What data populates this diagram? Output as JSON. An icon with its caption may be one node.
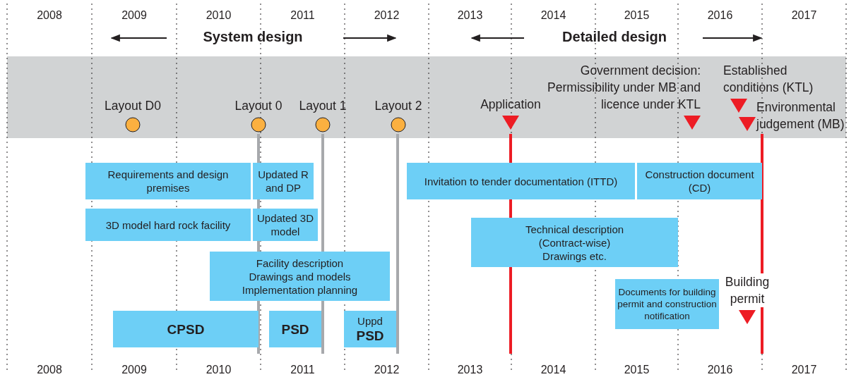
{
  "diagram": {
    "nodes": [
      {
        "text": [
          "Requirements and design premises"
        ]
      },
      {
        "text": [
          "Updated R and DP"
        ]
      },
      {
        "text": [
          "3D model hard rock facility"
        ]
      },
      {
        "text": [
          "Updated 3D model"
        ]
      },
      {
        "text": [
          "Facility description",
          "Drawings and models",
          "Implementation planning"
        ]
      },
      {
        "text": [
          "CPSD"
        ]
      },
      {
        "text": [
          "PSD"
        ]
      },
      {
        "text": [
          "Uppd",
          "PSD"
        ]
      },
      {
        "text": [
          "Invitation to tender documentation (ITTD)"
        ]
      },
      {
        "text": [
          "Construction document (CD)"
        ]
      },
      {
        "text": [
          "Technical description",
          "(Contract-wise)",
          "Drawings etc."
        ]
      },
      {
        "text": [
          "Documents for building permit and construction notification"
        ]
      },
      {
        "text": [
          "Layout D0"
        ]
      },
      {
        "text": [
          "Layout 0"
        ]
      },
      {
        "text": [
          "Layout 1"
        ]
      },
      {
        "text": [
          "Layout 2"
        ]
      },
      {
        "text": [
          "Application"
        ]
      },
      {
        "text": [
          "Government decision: Permissibility under MB and licence under KTL"
        ]
      },
      {
        "text": [
          "Established conditions (KTL)"
        ]
      },
      {
        "text": [
          "Environmental judgement (MB)"
        ]
      },
      {
        "text": [
          "Building permit"
        ]
      }
    ],
    "labels": [
      "2008",
      "2009",
      "2010",
      "2011",
      "2012",
      "2013",
      "2014",
      "2015",
      "2016",
      "2017",
      "System design",
      "Detailed design",
      "2008",
      "2009",
      "2010",
      "2011",
      "2012",
      "2013",
      "2014",
      "2015",
      "2016",
      "2017"
    ]
  }
}
